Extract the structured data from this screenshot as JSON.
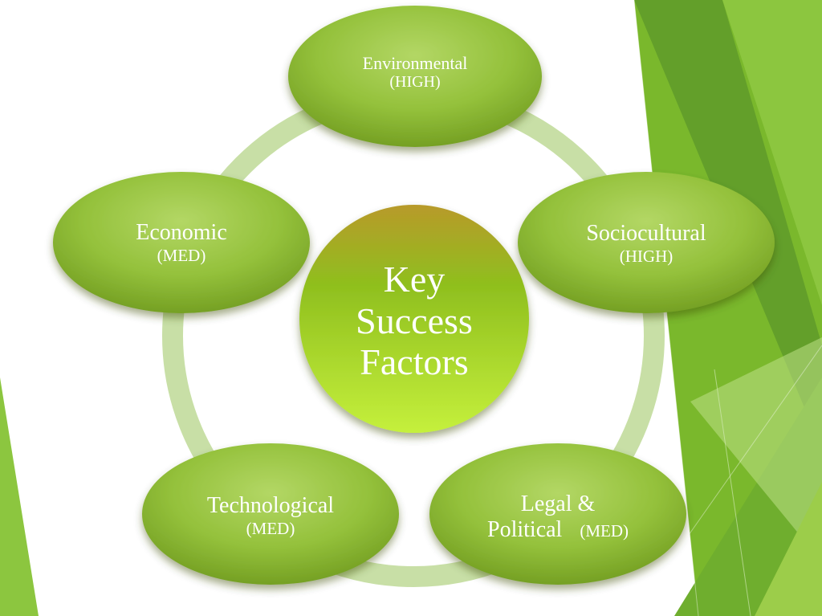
{
  "center": {
    "lines": [
      "Key",
      "Success",
      "Factors"
    ]
  },
  "factors": [
    {
      "id": "environmental",
      "label": "Environmental",
      "rating": "(HIGH)"
    },
    {
      "id": "sociocultural",
      "label": "Sociocultural",
      "rating": "(HIGH)"
    },
    {
      "id": "legal",
      "label": "Legal &",
      "label2": "Political",
      "rating": "(MED)"
    },
    {
      "id": "technological",
      "label": "Technological",
      "rating": "(MED)"
    },
    {
      "id": "economic",
      "label": "Economic",
      "rating": "(MED)"
    }
  ],
  "colors": {
    "node_light": "#a9cf55",
    "node_dark": "#6f9a1f",
    "ring": "#c8dfa6",
    "center_top": "#b89a2a",
    "center_mid": "#8fbf1e",
    "center_bottom": "#c5f03c",
    "accent_green": "#7ab82c"
  }
}
